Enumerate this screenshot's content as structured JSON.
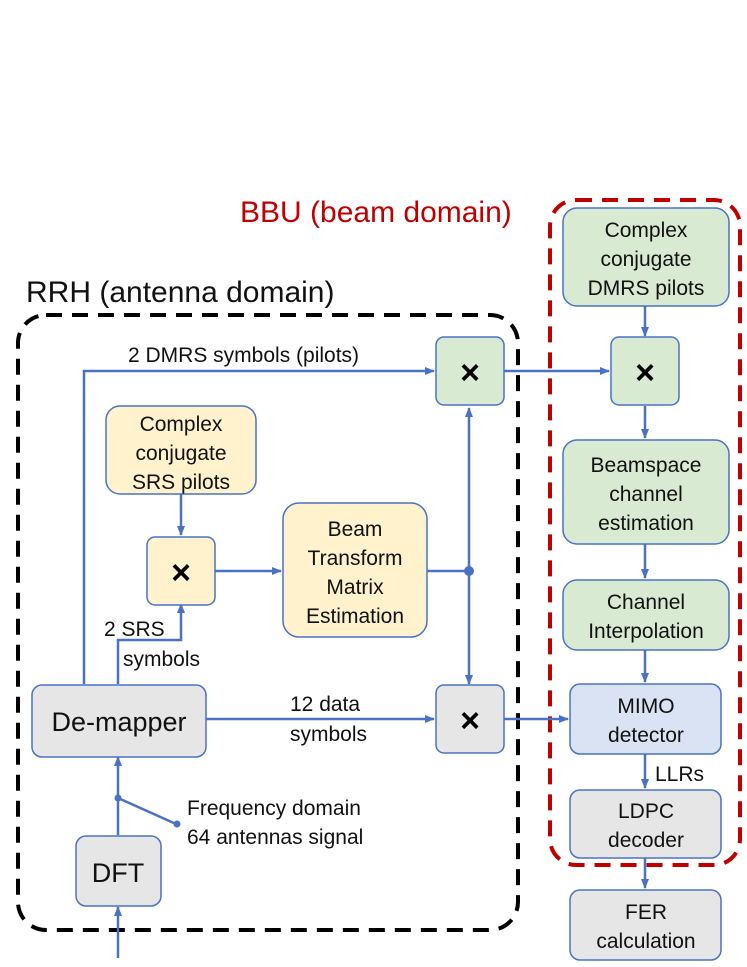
{
  "regions": {
    "bbu_label": "BBU (beam domain)",
    "rrh_label": "RRH (antenna domain)"
  },
  "boxes": {
    "bbu_conj_dmrs": [
      "Complex",
      "conjugate",
      "DMRS pilots"
    ],
    "bbu_mult": "×",
    "beamspace_est": [
      "Beamspace",
      "channel",
      "estimation"
    ],
    "channel_interp": [
      "Channel",
      "Interpolation"
    ],
    "mimo_detector": [
      "MIMO",
      "detector"
    ],
    "ldpc_decoder": [
      "LDPC",
      "decoder"
    ],
    "fer_calc": [
      "FER",
      "calculation"
    ],
    "rrh_mult_dmrs": "×",
    "conj_srs": [
      "Complex",
      "conjugate",
      "SRS pilots"
    ],
    "srs_mult": "×",
    "beam_transform": [
      "Beam",
      "Transform",
      "Matrix",
      "Estimation"
    ],
    "rrh_mult_data": "×",
    "demapper": "De-mapper",
    "dft": "DFT"
  },
  "labels": {
    "dmrs_symbols": "2 DMRS symbols (pilots)",
    "srs_symbols": [
      "2 SRS",
      "symbols"
    ],
    "data_symbols": [
      "12 data",
      "symbols"
    ],
    "llrs": "LLRs",
    "freq_signal": [
      "Frequency domain",
      "64 antennas signal"
    ]
  },
  "colors": {
    "green_fill": "#d9ead3",
    "yellow_fill": "#fff2cc",
    "blue_fill": "#dae3f3",
    "gray_fill": "#e6e6e6",
    "stroke": "#4a72c4",
    "arrow": "#4a72c4",
    "bbu_border": "#c00000",
    "rrh_border": "#000000"
  }
}
